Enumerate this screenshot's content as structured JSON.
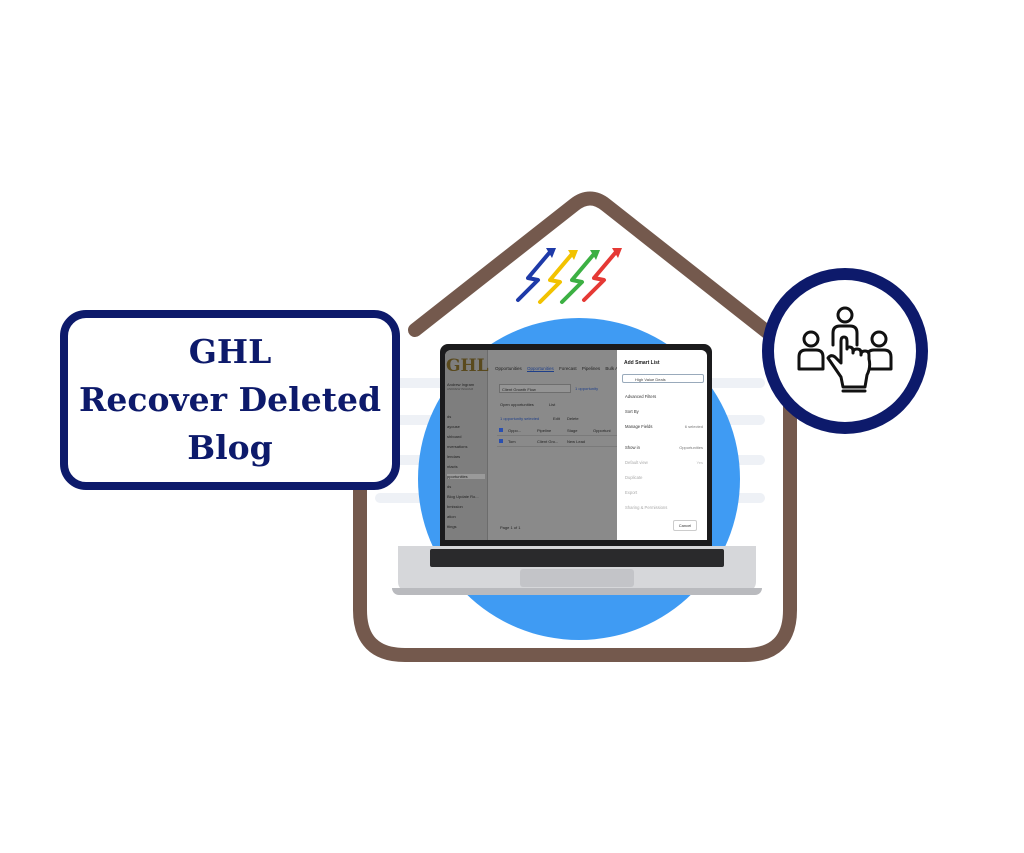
{
  "banner": {
    "title_lines": [
      "GHL",
      "Recover Deleted",
      "Blog"
    ]
  },
  "colors": {
    "navy": "#0d1a6b",
    "house_brown": "#74594d",
    "circle_blue": "#3f9bf3",
    "arrow_colors": [
      "#1e3aa8",
      "#f2c200",
      "#3cb043",
      "#e53935"
    ]
  },
  "icons": {
    "badge": "team-select-hand-icon",
    "logo": "growth-arrows-icon"
  },
  "laptop_screen": {
    "logo": "GHL",
    "tabs": [
      "Opportunities",
      "Opportunities",
      "Forecast",
      "Pipelines",
      "Bulk A"
    ],
    "active_tab_index": 1,
    "account_name": "Andrew Ingram",
    "account_sub": "ANDREW INGRAM",
    "sidebar_items": [
      "ds",
      "ayouse",
      "shboard",
      "nversations",
      "lendars",
      "ntacts",
      "pportunities",
      "ds",
      "Blog Update Ro...",
      "bmission",
      "ation",
      "ttings"
    ],
    "active_sidebar_index": 6,
    "pipeline_select": "Client Growth Flow",
    "opportunity_count": "1 opportunity",
    "filter_text": "1 opportunity selected",
    "view_tabs": [
      "Open opportunities",
      "List"
    ],
    "action_links": [
      "Edit",
      "Delete"
    ],
    "table_headers": [
      "Oppo...",
      "Pipeline",
      "Stage",
      "Opportuni"
    ],
    "table_rows": [
      [
        "Tom",
        "Client Gro...",
        "New Lead",
        ""
      ]
    ],
    "pagination": "Page 1 of 1",
    "panel": {
      "title": "Add Smart List",
      "name_value": "High Value Deals",
      "items": [
        "Advanced Filters",
        "Sort By",
        "Manage Fields",
        "Show in",
        "Default view",
        "Duplicate",
        "Export",
        "Sharing & Permissions"
      ],
      "manage_fields_value": "6 selected",
      "show_in_value": "Opportunities",
      "default_view_value": "Yes",
      "cancel_label": "Cancel"
    }
  }
}
